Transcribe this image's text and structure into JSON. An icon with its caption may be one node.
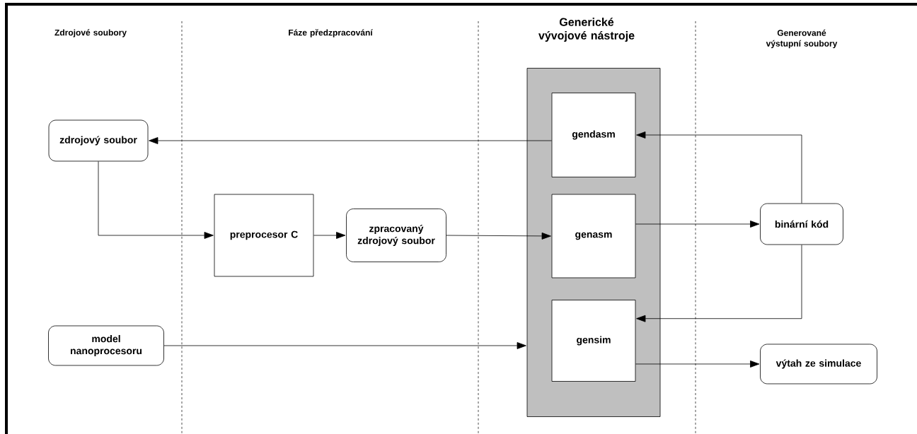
{
  "diagram": {
    "nodes": [
      {
        "text": [
          "zdrojový soubor"
        ]
      },
      {
        "text": [
          "preprocesor C"
        ]
      },
      {
        "text": [
          "zpracovaný zdrojový soubor"
        ]
      },
      {
        "text": [
          "model nanoprocesoru"
        ]
      },
      {
        "text": [],
        "shape": "box"
      },
      {
        "text": [
          "gendasm"
        ],
        "in": 4
      },
      {
        "text": [
          "genasm"
        ],
        "in": 4
      },
      {
        "text": [
          "gensim"
        ],
        "in": 4
      },
      {
        "text": [
          "binární kód"
        ]
      },
      {
        "text": [
          "výtah ze simulace"
        ]
      }
    ],
    "edges": [
      {
        "from": 5,
        "to": 0,
        "arrow": "to"
      },
      {
        "from": 0,
        "to": 1,
        "arrow": "to"
      },
      {
        "from": 1,
        "to": 2,
        "arrow": "to"
      },
      {
        "from": 2,
        "to": 6,
        "arrow": "to"
      },
      {
        "from": 6,
        "to": 8,
        "arrow": "to"
      },
      {
        "from": 8,
        "to": 5,
        "arrow": "to"
      },
      {
        "from": 8,
        "to": 7,
        "arrow": "to"
      },
      {
        "from": 3,
        "to": 4,
        "arrow": "to"
      },
      {
        "from": 7,
        "to": 9,
        "arrow": "to"
      }
    ],
    "labels": [
      "Zdrojové soubory",
      "Fáze předzpracování",
      "Generické vývojové nástroje",
      "Generované výstupní soubory"
    ]
  }
}
